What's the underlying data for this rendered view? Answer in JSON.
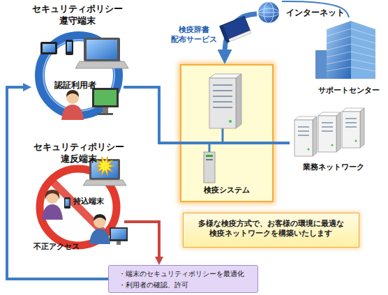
{
  "diagram": {
    "nodes": [
      {
        "text": [
          "セキュリティポリシー 遵守端末",
          "認証利用者"
        ]
      },
      {
        "text": [
          "セキュリティポリシー 違反端末",
          "持込端末",
          "不正アクセス"
        ]
      },
      {
        "text": [
          "インターネット"
        ]
      },
      {
        "text": [
          "検疫辞書 配布サービス"
        ]
      },
      {
        "text": [
          "サポートセンター"
        ]
      },
      {
        "text": [
          "検疫システム"
        ]
      },
      {
        "text": [
          "業務ネットワーク"
        ]
      },
      {
        "text": [
          "多様な検疫方式で、お客様の環境に最適な 検疫ネットワークを構築いたします"
        ]
      },
      {
        "text": [
          "・端末のセキュリティポリシーを最適化",
          "・利用者の確認、許可"
        ]
      }
    ],
    "edges": [
      {
        "from": 0,
        "to": 5,
        "arrow": "none"
      },
      {
        "from": 5,
        "to": 6,
        "arrow": "none"
      },
      {
        "from": 1,
        "to": 8,
        "arrow": "to"
      },
      {
        "from": 8,
        "to": 0,
        "arrow": "to"
      },
      {
        "from": 2,
        "to": 5,
        "arrow": "to"
      },
      {
        "from": 2,
        "to": 4,
        "arrow": "none"
      }
    ]
  }
}
